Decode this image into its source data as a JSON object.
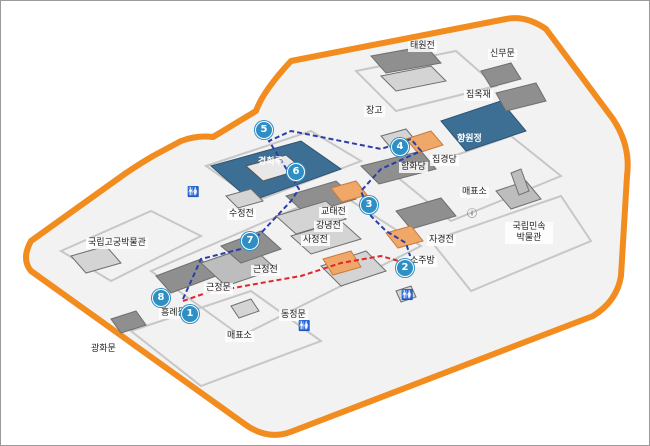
{
  "colors": {
    "wall": "#f28c1e",
    "ground": "#f2f2f2",
    "building": "#d4d4d4",
    "building_dark": "#8f8f8f",
    "pond": "#3d6e93",
    "highlight_building": "#f0a868",
    "route_blue": "#2b3ea8",
    "route_red": "#e2262b",
    "marker": "#2f8fc4"
  },
  "places": {
    "taewonjeon": "태원전",
    "sinmumun": "신무문",
    "jibokjae": "집옥재",
    "janggo": "장고",
    "hyangwonjeong": "향원정",
    "gyeonghoeru": "경회루",
    "hamhwadang": "함화당",
    "jipgyeongdang": "집경당",
    "maepyoso_east": "매표소",
    "sujeongjeon": "수정전",
    "gangnyeongjeon": "강녕전",
    "gyotaejeon": "교태전",
    "sajeongjeon": "사정전",
    "national_palace_museum": "국립고궁박물관",
    "folk_museum": "국립민속\n박물관",
    "jagyeongjeon": "자경전",
    "geunjeongjeon": "근정전",
    "geunjeongmun": "근정문",
    "sojubang": "소주방",
    "heungnyemun": "흥례문",
    "dongsipjamun": "동정문",
    "maepyoso_south": "매표소",
    "gwanghwamun": "광화문"
  },
  "route_markers": [
    "1",
    "2",
    "3",
    "4",
    "5",
    "6",
    "7",
    "8"
  ],
  "icons": {
    "restroom": "restroom-icon",
    "info": "info-icon"
  }
}
